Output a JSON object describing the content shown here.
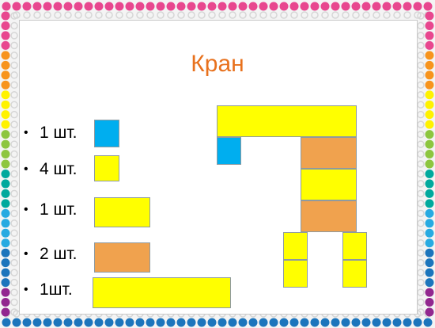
{
  "slide": {
    "title": "Кран",
    "title_color": "#E8711D",
    "pieces": [
      {
        "label": "1 шт.",
        "color": "blue"
      },
      {
        "label": "4 шт.",
        "color": "yellow"
      },
      {
        "label": "1 шт.",
        "color": "yellow"
      },
      {
        "label": "2 шт.",
        "color": "orange"
      },
      {
        "label": "1шт.",
        "color": "yellow"
      }
    ],
    "bullet_symbol": "•"
  },
  "colors": {
    "blue": "#00AEEF",
    "yellow": "#FFFF00",
    "orange": "#F0A24E"
  },
  "border_dot_colors": [
    "#E8478F",
    "#F7941D",
    "#FFF200",
    "#8DC63F",
    "#00A99D",
    "#27AAE1",
    "#1C75BC",
    "#92278F"
  ]
}
